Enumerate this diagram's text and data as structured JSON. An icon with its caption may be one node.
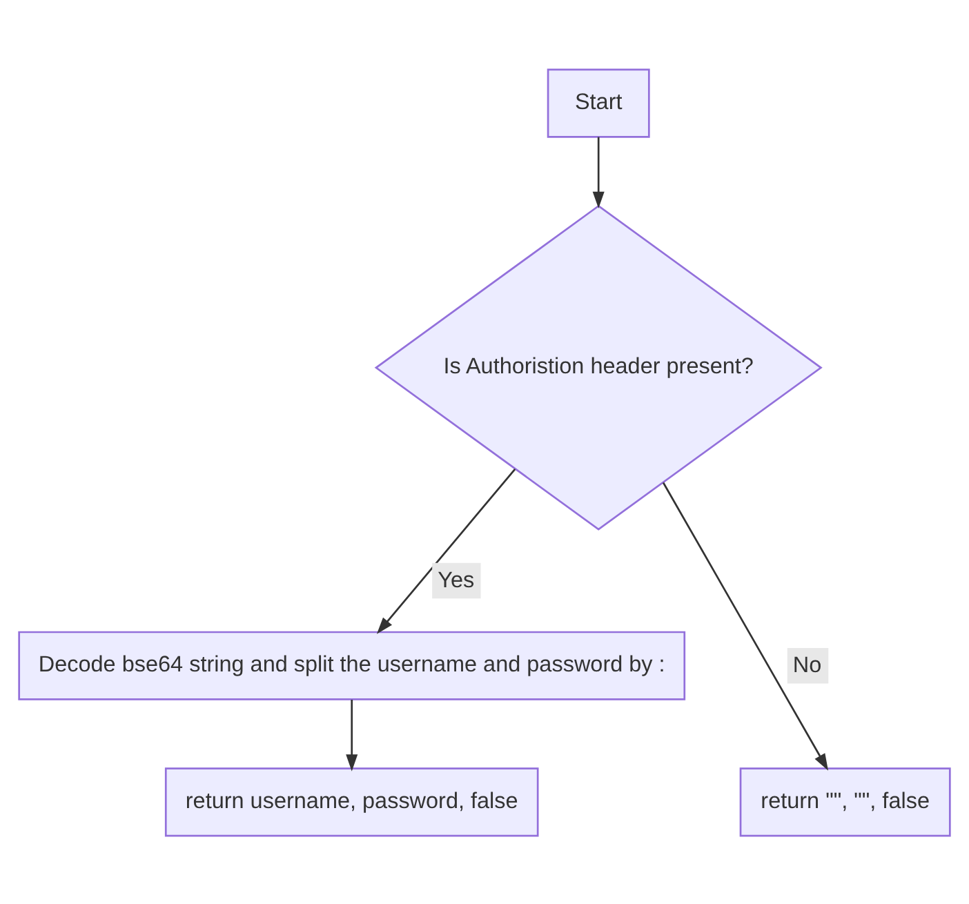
{
  "diagram": {
    "nodes": [
      {
        "text": [
          "Start"
        ]
      },
      {
        "text": [
          "Is Authoristion header present?"
        ]
      },
      {
        "text": [
          "Decode bse64 string and split the username and password by :"
        ]
      },
      {
        "text": [
          "return username, password, false"
        ]
      },
      {
        "text": [
          "return \"\", \"\", false"
        ]
      }
    ],
    "edges": [
      {
        "from": 0,
        "to": 1,
        "arrow": "to"
      },
      {
        "from": 1,
        "to": 2,
        "arrow": "to",
        "label": "Yes"
      },
      {
        "from": 2,
        "to": 3,
        "arrow": "to"
      },
      {
        "from": 1,
        "to": 4,
        "arrow": "to",
        "label": "No"
      }
    ]
  }
}
